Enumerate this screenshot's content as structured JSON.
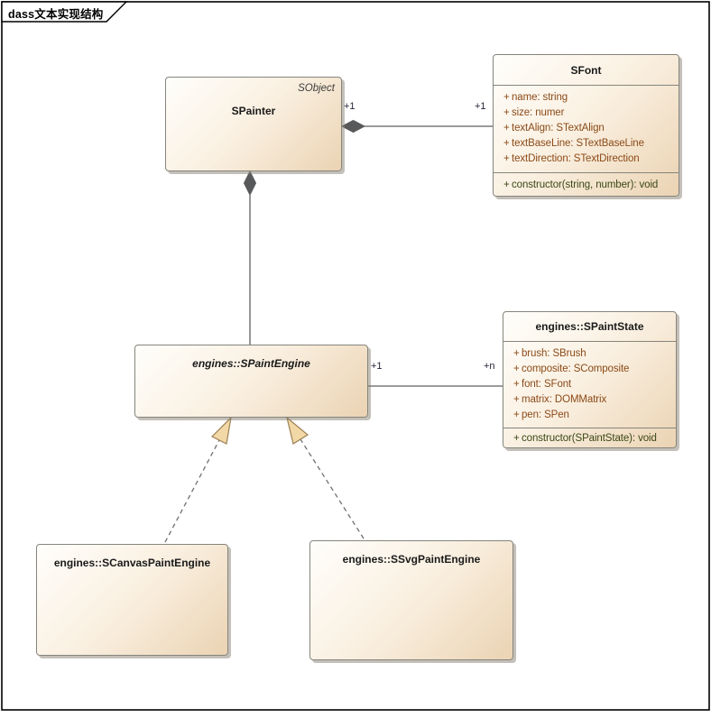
{
  "frame": {
    "title": "dass文本实现结构"
  },
  "colors": {
    "box_fill_light": "#FFFEFB",
    "box_fill_dark": "#EBD3B3",
    "box_border": "#85857D",
    "attribute_text": "#8B4A17",
    "operation_text": "#3A4716",
    "composition_diamond": "#58595B",
    "realization_arrow_fill": "#F2D8A6",
    "connector_line": "#5F5F5F",
    "frame_border": "#000000"
  },
  "classes": {
    "spainter": {
      "name": "SPainter",
      "stereotype": "SObject"
    },
    "sfont": {
      "name": "SFont",
      "attributes": [
        {
          "visibility": "+",
          "text": "name: string"
        },
        {
          "visibility": "+",
          "text": "size: numer"
        },
        {
          "visibility": "+",
          "text": "textAlign: STextAlign"
        },
        {
          "visibility": "+",
          "text": "textBaseLine: STextBaseLine"
        },
        {
          "visibility": "+",
          "text": "textDirection: STextDirection"
        }
      ],
      "operations": [
        {
          "visibility": "+",
          "text": "constructor(string, number): void"
        }
      ]
    },
    "spaintstate": {
      "name": "engines::SPaintState",
      "attributes": [
        {
          "visibility": "+",
          "text": "brush: SBrush"
        },
        {
          "visibility": "+",
          "text": "composite: SComposite"
        },
        {
          "visibility": "+",
          "text": "font: SFont"
        },
        {
          "visibility": "+",
          "text": "matrix: DOMMatrix"
        },
        {
          "visibility": "+",
          "text": "pen: SPen"
        }
      ],
      "operations": [
        {
          "visibility": "+",
          "text": "constructor(SPaintState): void"
        }
      ]
    },
    "spaintengine": {
      "name": "engines::SPaintEngine"
    },
    "scanvaspaintengine": {
      "name": "engines::SCanvasPaintEngine"
    },
    "ssvgpaintengine": {
      "name": "engines::SSvgPaintEngine"
    }
  },
  "connectors": {
    "spainter_sfont": {
      "type": "composition",
      "source": "SPainter",
      "target": "SFont",
      "source_label": "+1",
      "target_label": "+1"
    },
    "spainter_spaintengine": {
      "type": "composition",
      "source": "SPainter",
      "target": "engines::SPaintEngine"
    },
    "spaintengine_spaintstate": {
      "type": "association",
      "source": "engines::SPaintEngine",
      "target": "engines::SPaintState",
      "source_label": "+1",
      "target_label": "+n"
    },
    "scanvas_realizes_spaintengine": {
      "type": "realization",
      "source": "engines::SCanvasPaintEngine",
      "target": "engines::SPaintEngine"
    },
    "ssvg_realizes_spaintengine": {
      "type": "realization",
      "source": "engines::SSvgPaintEngine",
      "target": "engines::SPaintEngine"
    }
  }
}
